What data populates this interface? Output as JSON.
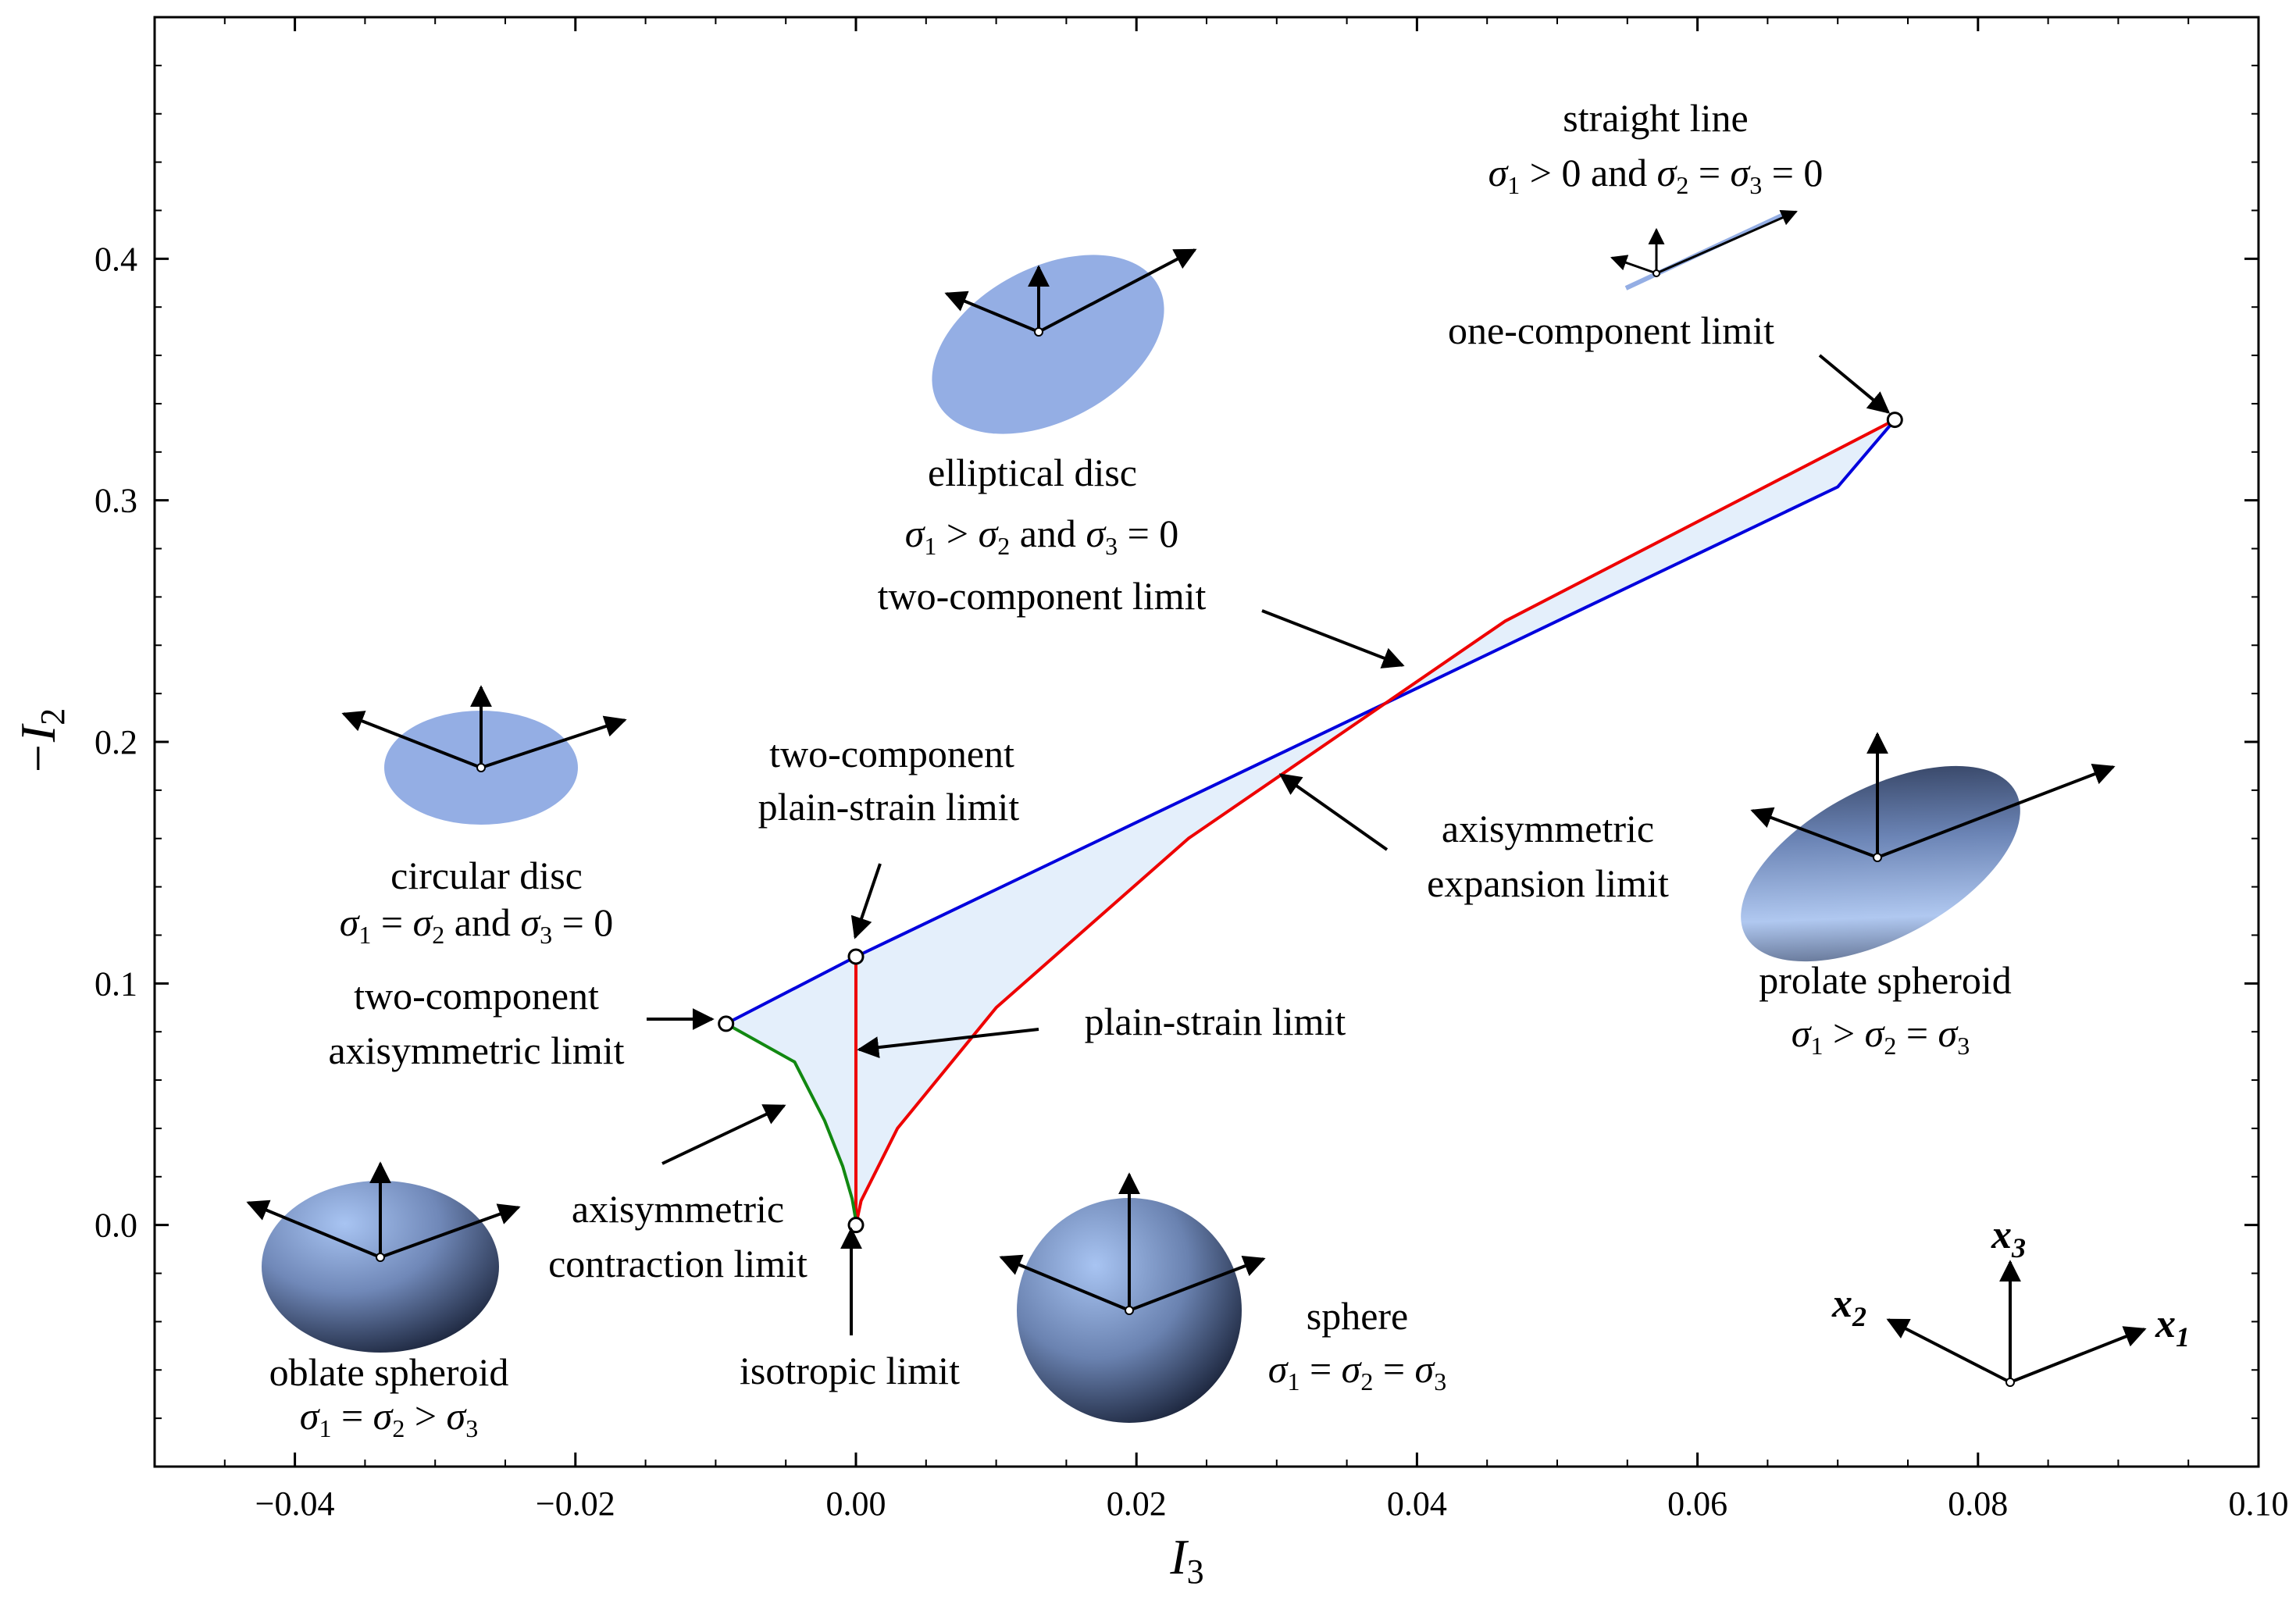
{
  "chart_data": {
    "type": "line",
    "xlabel": "I",
    "xlabel_sub": "3",
    "ylabel": "−I",
    "ylabel_sub": "2",
    "xlim": [
      -0.05,
      0.1
    ],
    "ylim": [
      -0.1,
      0.5
    ],
    "x_ticks": [
      -0.04,
      -0.02,
      0.0,
      0.02,
      0.04,
      0.06,
      0.08,
      0.1
    ],
    "x_tick_labels": [
      "−0.04",
      "−0.02",
      "0.00",
      "0.02",
      "0.04",
      "0.06",
      "0.08",
      "0.10"
    ],
    "y_ticks": [
      0.0,
      0.1,
      0.2,
      0.3,
      0.4
    ],
    "y_tick_labels": [
      "0.0",
      "0.1",
      "0.2",
      "0.3",
      "0.4"
    ],
    "grid": false,
    "series": [
      {
        "color": "#0000dd",
        "x": [
          -0.00926,
          0.0,
          0.01,
          0.02,
          0.03,
          0.04,
          0.05,
          0.06,
          0.07,
          0.07407
        ],
        "y": [
          0.08333,
          0.11111,
          0.13889,
          0.16667,
          0.19444,
          0.22222,
          0.25,
          0.27778,
          0.30556,
          0.33333
        ]
      },
      {
        "color": "#ee0000",
        "x": [
          0.0,
          0.00037,
          0.00296,
          0.01,
          0.0237,
          0.04629,
          0.07407
        ],
        "y": [
          0.0,
          0.01,
          0.04,
          0.09,
          0.16,
          0.25,
          0.33333
        ]
      },
      {
        "color": "#ee0000",
        "x": [
          0.0,
          0.0
        ],
        "y": [
          0.0,
          0.11111
        ]
      },
      {
        "color": "#118811",
        "x": [
          0.0,
          -3e-05,
          -0.00027,
          -0.00094,
          -0.00223,
          -0.00437,
          -0.00926
        ],
        "y": [
          0.0,
          0.0027,
          0.0108,
          0.0243,
          0.0432,
          0.0675,
          0.08333
        ]
      }
    ],
    "points": [
      {
        "x": 0.0,
        "y": 0.0
      },
      {
        "x": 0.0,
        "y": 0.11111
      },
      {
        "x": -0.00926,
        "y": 0.08333
      },
      {
        "x": 0.07407,
        "y": 0.33333
      }
    ],
    "fill_color": "#e4effb",
    "shape_color": "#94aee4",
    "spheroid_color": "#7f97c8",
    "annotations": {
      "straight_line": {
        "title": "straight line"
      },
      "one_component": "one-component limit",
      "elliptical_disc": {
        "title": "elliptical disc"
      },
      "two_component": "two-component limit",
      "circular_disc": {
        "title": "circular disc"
      },
      "two_comp_plain_strain": [
        "two-component",
        "plain-strain limit"
      ],
      "axisym_expansion": [
        "axisymmetric",
        "expansion limit"
      ],
      "prolate": {
        "title": "prolate spheroid"
      },
      "two_comp_axisym": [
        "two-component",
        "axisymmetric limit"
      ],
      "plain_strain": "plain-strain limit",
      "axisym_contraction": [
        "axisymmetric",
        "contraction limit"
      ],
      "isotropic": "isotropic limit",
      "oblate": {
        "title": "oblate spheroid"
      },
      "sphere": {
        "title": "sphere"
      }
    },
    "coord_axes": {
      "x1": "x",
      "x1_sub": "1",
      "x2": "x",
      "x2_sub": "2",
      "x3": "x",
      "x3_sub": "3"
    }
  }
}
